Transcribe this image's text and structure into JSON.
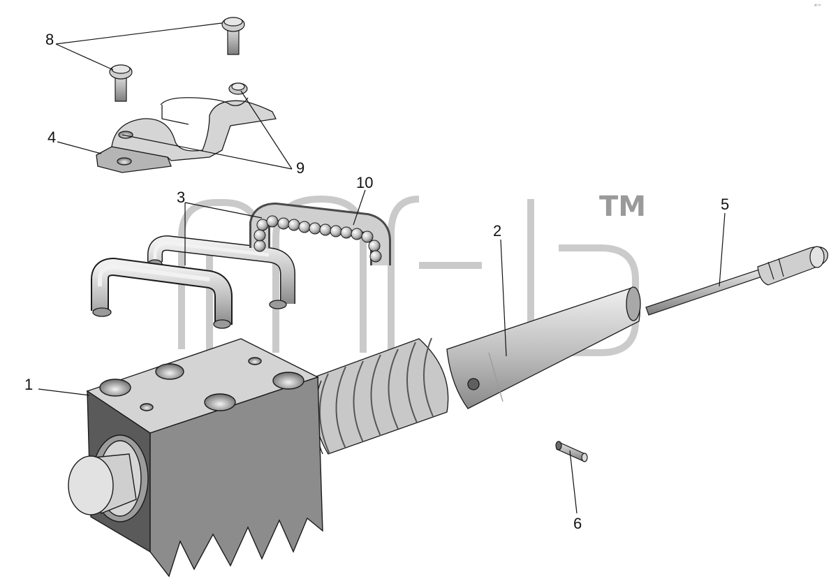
{
  "diagram": {
    "callouts": [
      {
        "id": "1",
        "label": "1"
      },
      {
        "id": "2",
        "label": "2"
      },
      {
        "id": "3",
        "label": "3"
      },
      {
        "id": "4",
        "label": "4"
      },
      {
        "id": "5",
        "label": "5"
      },
      {
        "id": "6",
        "label": "6"
      },
      {
        "id": "8",
        "label": "8"
      },
      {
        "id": "9",
        "label": "9"
      },
      {
        "id": "10",
        "label": "10"
      }
    ],
    "watermark": {
      "trademark": "TM",
      "corner_text": "ᵃᵇ ᵐ"
    },
    "colors": {
      "part_light": "#d9d9d9",
      "part_mid": "#a8a8a8",
      "part_dark": "#6e6e6e",
      "outline": "#1a1a1a",
      "watermark": "#9a9a9a"
    }
  }
}
